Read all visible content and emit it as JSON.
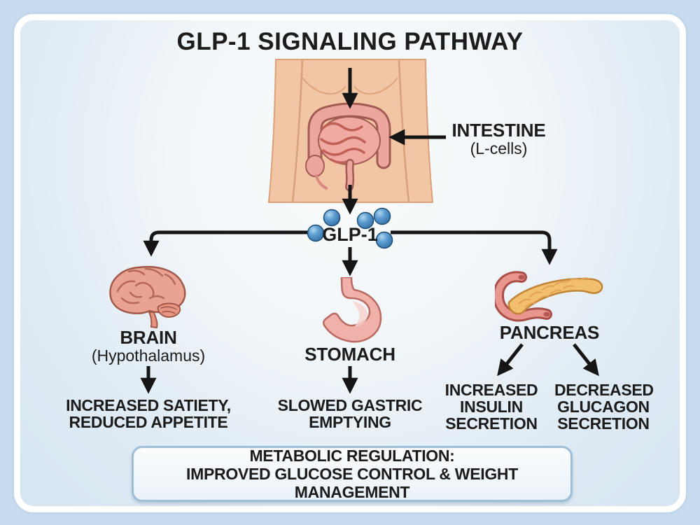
{
  "title": "GLP-1 SIGNALING PATHWAY",
  "source": {
    "name": "INTESTINE",
    "detail": "(L-cells)"
  },
  "hormone": {
    "label": "GLP-1",
    "dot_count": 5
  },
  "brain": {
    "name": "BRAIN",
    "detail": "(Hypothalamus)",
    "effect": {
      "line1": "INCREASED SATIETY,",
      "line2": "REDUCED APPETITE"
    }
  },
  "stomach": {
    "name": "STOMACH",
    "effect": {
      "line1": "SLOWED GASTRIC",
      "line2": "EMPTYING"
    }
  },
  "pancreas": {
    "name": "PANCREAS",
    "effects": [
      {
        "line1": "INCREASED",
        "line2": "INSULIN",
        "line3": "SECRETION"
      },
      {
        "line1": "DECREASED",
        "line2": "GLUCAGON",
        "line3": "SECRETION"
      }
    ]
  },
  "outcome": {
    "line1": "METABOLIC REGULATION:",
    "line2": "IMPROVED GLUCOSE CONTROL & WEIGHT MANAGEMENT"
  },
  "colors": {
    "page_background": "#c7ddef",
    "frame_border": "#ffffff",
    "arrow": "#151515",
    "glp1_dot": "#4a8fc7",
    "outcome_border": "#9fbdd4",
    "skin": "#f2c5a4",
    "intestine_pink": "#eda69e",
    "brain_pink": "#eaa392",
    "stomach_pink": "#f0b1aa",
    "pancreas_yellow": "#f2c06c"
  }
}
